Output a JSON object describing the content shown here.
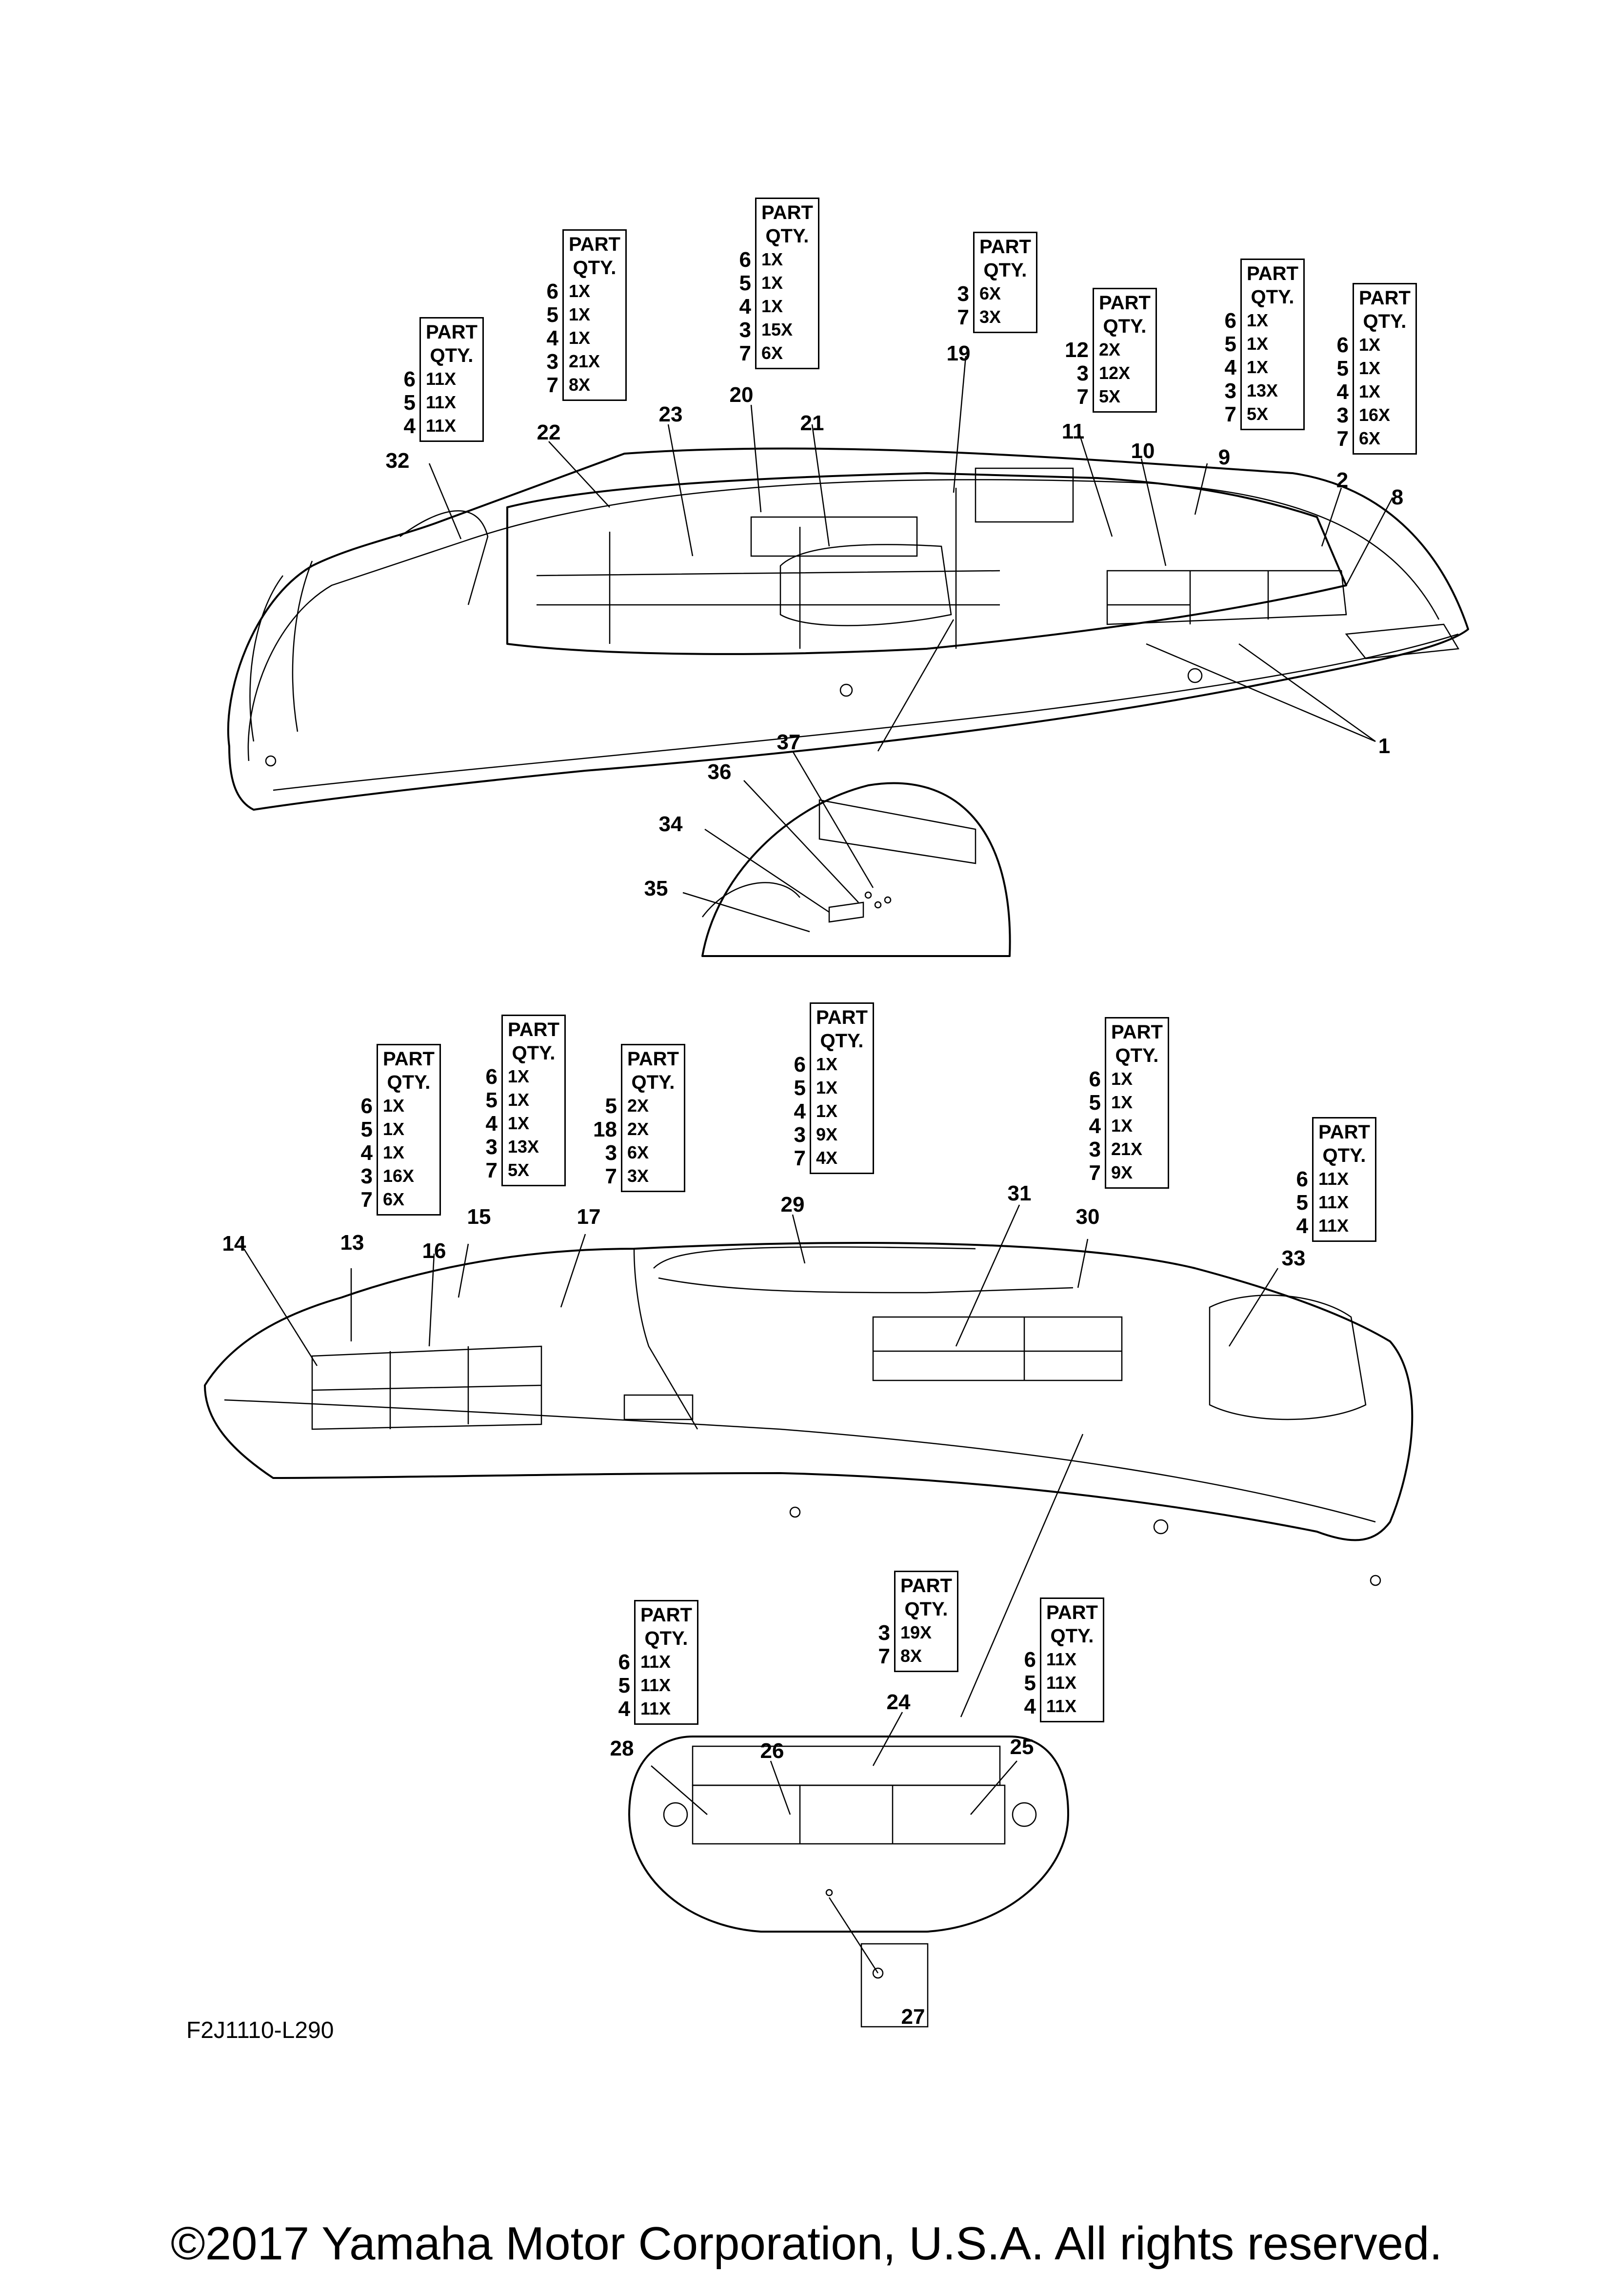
{
  "figure_code": "F2J1110-L290",
  "copyright": "©2017 Yamaha Motor Corporation, U.S.A. All rights reserved.",
  "qty_header": [
    "PART",
    "QTY."
  ],
  "qty_tables": [
    {
      "id": "t32",
      "rows": [
        [
          "6",
          "11X"
        ],
        [
          "5",
          "11X"
        ],
        [
          "4",
          "11X"
        ]
      ]
    },
    {
      "id": "t22",
      "rows": [
        [
          "6",
          "1X"
        ],
        [
          "5",
          "1X"
        ],
        [
          "4",
          "1X"
        ],
        [
          "3",
          "21X"
        ],
        [
          "7",
          "8X"
        ]
      ]
    },
    {
      "id": "t20",
      "rows": [
        [
          "6",
          "1X"
        ],
        [
          "5",
          "1X"
        ],
        [
          "4",
          "1X"
        ],
        [
          "3",
          "15X"
        ],
        [
          "7",
          "6X"
        ]
      ]
    },
    {
      "id": "t19",
      "rows": [
        [
          "3",
          "6X"
        ],
        [
          "7",
          "3X"
        ]
      ]
    },
    {
      "id": "t11",
      "rows": [
        [
          "12",
          "2X"
        ],
        [
          "3",
          "12X"
        ],
        [
          "7",
          "5X"
        ]
      ]
    },
    {
      "id": "t9",
      "rows": [
        [
          "6",
          "1X"
        ],
        [
          "5",
          "1X"
        ],
        [
          "4",
          "1X"
        ],
        [
          "3",
          "13X"
        ],
        [
          "7",
          "5X"
        ]
      ]
    },
    {
      "id": "t2",
      "rows": [
        [
          "6",
          "1X"
        ],
        [
          "5",
          "1X"
        ],
        [
          "4",
          "1X"
        ],
        [
          "3",
          "16X"
        ],
        [
          "7",
          "6X"
        ]
      ]
    },
    {
      "id": "t13",
      "rows": [
        [
          "6",
          "1X"
        ],
        [
          "5",
          "1X"
        ],
        [
          "4",
          "1X"
        ],
        [
          "3",
          "16X"
        ],
        [
          "7",
          "6X"
        ]
      ]
    },
    {
      "id": "t15",
      "rows": [
        [
          "6",
          "1X"
        ],
        [
          "5",
          "1X"
        ],
        [
          "4",
          "1X"
        ],
        [
          "3",
          "13X"
        ],
        [
          "7",
          "5X"
        ]
      ]
    },
    {
      "id": "t17",
      "rows": [
        [
          "5",
          "2X"
        ],
        [
          "18",
          "2X"
        ],
        [
          "3",
          "6X"
        ],
        [
          "7",
          "3X"
        ]
      ]
    },
    {
      "id": "t29",
      "rows": [
        [
          "6",
          "1X"
        ],
        [
          "5",
          "1X"
        ],
        [
          "4",
          "1X"
        ],
        [
          "3",
          "9X"
        ],
        [
          "7",
          "4X"
        ]
      ]
    },
    {
      "id": "t30",
      "rows": [
        [
          "6",
          "1X"
        ],
        [
          "5",
          "1X"
        ],
        [
          "4",
          "1X"
        ],
        [
          "3",
          "21X"
        ],
        [
          "7",
          "9X"
        ]
      ]
    },
    {
      "id": "t33",
      "rows": [
        [
          "6",
          "11X"
        ],
        [
          "5",
          "11X"
        ],
        [
          "4",
          "11X"
        ]
      ]
    },
    {
      "id": "t28",
      "rows": [
        [
          "6",
          "11X"
        ],
        [
          "5",
          "11X"
        ],
        [
          "4",
          "11X"
        ]
      ]
    },
    {
      "id": "t24",
      "rows": [
        [
          "3",
          "19X"
        ],
        [
          "7",
          "8X"
        ]
      ]
    },
    {
      "id": "t25",
      "rows": [
        [
          "6",
          "11X"
        ],
        [
          "5",
          "11X"
        ],
        [
          "4",
          "11X"
        ]
      ]
    }
  ],
  "callouts": [
    "1",
    "2",
    "8",
    "9",
    "10",
    "11",
    "19",
    "20",
    "21",
    "22",
    "23",
    "32",
    "34",
    "35",
    "36",
    "37",
    "13",
    "14",
    "15",
    "16",
    "17",
    "29",
    "30",
    "31",
    "33",
    "24",
    "25",
    "26",
    "27",
    "28"
  ]
}
